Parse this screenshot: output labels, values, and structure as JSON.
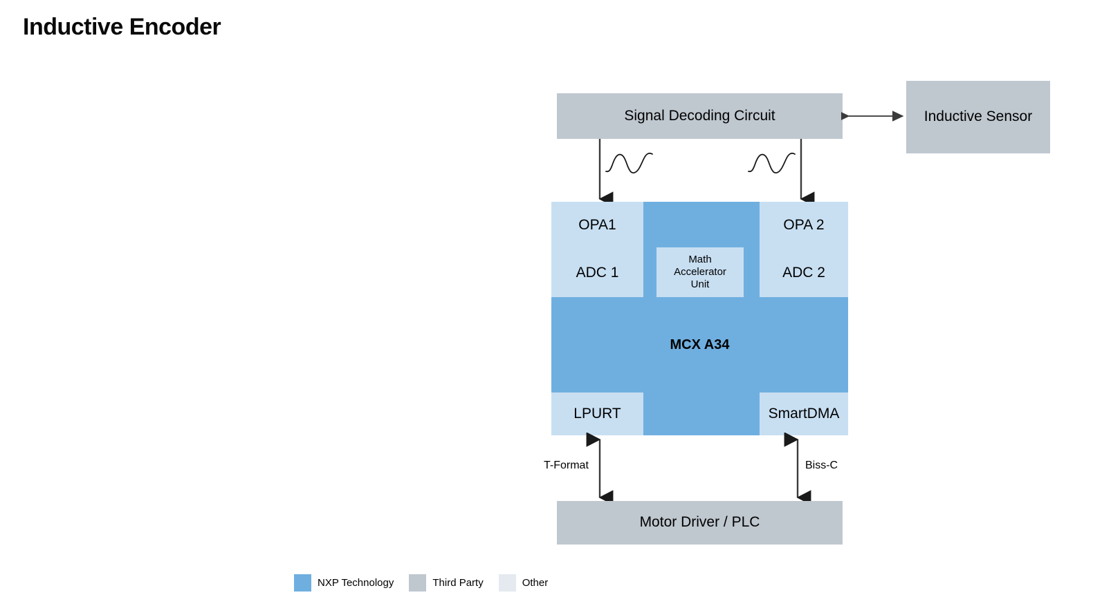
{
  "page": {
    "title": "Inductive Encoder"
  },
  "blocks": {
    "signal_decoding_circuit": "Signal Decoding Circuit",
    "inductive_sensor": "Inductive Sensor",
    "opa1": "OPA1",
    "adc1": "ADC 1",
    "opa2": "OPA 2",
    "adc2": "ADC 2",
    "math_accelerator_unit": "Math\nAccelerator\nUnit",
    "math_accelerator_unit_line1": "Math",
    "math_accelerator_unit_line2": "Accelerator",
    "math_accelerator_unit_line3": "Unit",
    "mcx_a34": "MCX A34",
    "lpurt": "LPURT",
    "smartdma": "SmartDMA",
    "motor_driver_plc": "Motor Driver / PLC"
  },
  "connectors": {
    "t_format": "T-Format",
    "biss_c": "Biss-C",
    "sensor_link": "bidirectional-arrow",
    "adc1_signal": "down-arrow",
    "adc2_signal": "down-arrow",
    "wave_left": "sine-wave",
    "wave_right": "sine-wave"
  },
  "legend": {
    "items": [
      {
        "label": "NXP Technology",
        "color": "#6fafe0"
      },
      {
        "label": "Third Party",
        "color": "#bfc7cf"
      },
      {
        "label": "Other",
        "color": "#e4eaef"
      }
    ]
  },
  "colors": {
    "nxp_technology": "#6fafe0",
    "third_party": "#bfc7cf",
    "other": "#c8dff2",
    "other_legend": "#e4eaef",
    "connector": "#4d4d4d",
    "background": "#ffffff",
    "text": "#000000"
  }
}
